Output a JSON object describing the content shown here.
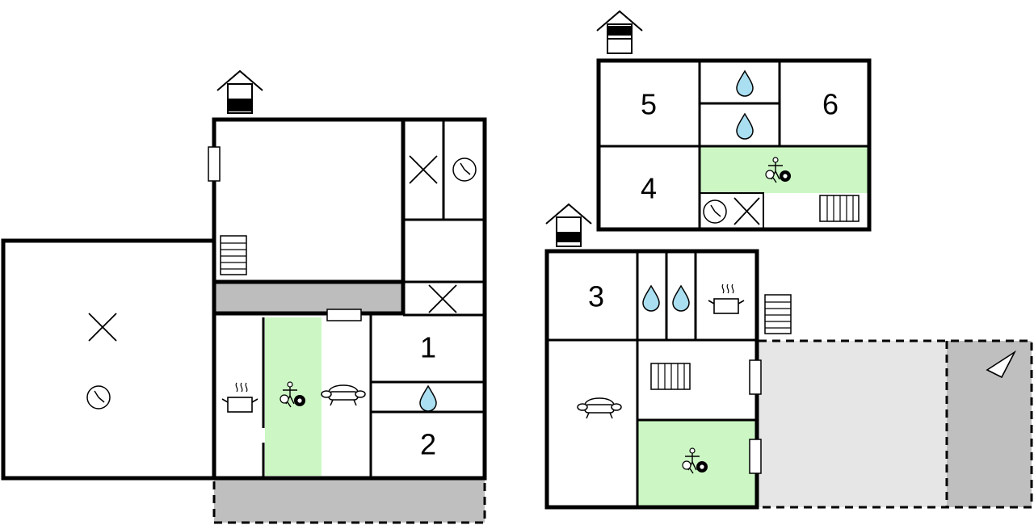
{
  "colors": {
    "wall": "#000000",
    "activity_room": "#ccf7c4",
    "corridor": "#bdbdbd",
    "terrace": "#bfbfbf",
    "terrace_light": "#e6e6e6",
    "water": "#a9dff0",
    "background": "#ffffff"
  },
  "rooms": {
    "r1": "1",
    "r2": "2",
    "r3": "3",
    "r4": "4",
    "r5": "5",
    "r6": "6"
  },
  "icons": {
    "floor": "floor-level-icon",
    "bedroom": "bed-icon",
    "bathroom": "water-drop-icon",
    "toilet": "toilet-x-icon",
    "sauna": "clock-icon",
    "kitchen": "cooking-pot-icon",
    "living": "sofa-icon",
    "game_room": "table-tennis-billiards-icon",
    "stairs": "stairs-icon",
    "window": "window-icon",
    "north": "north-arrow-icon"
  }
}
